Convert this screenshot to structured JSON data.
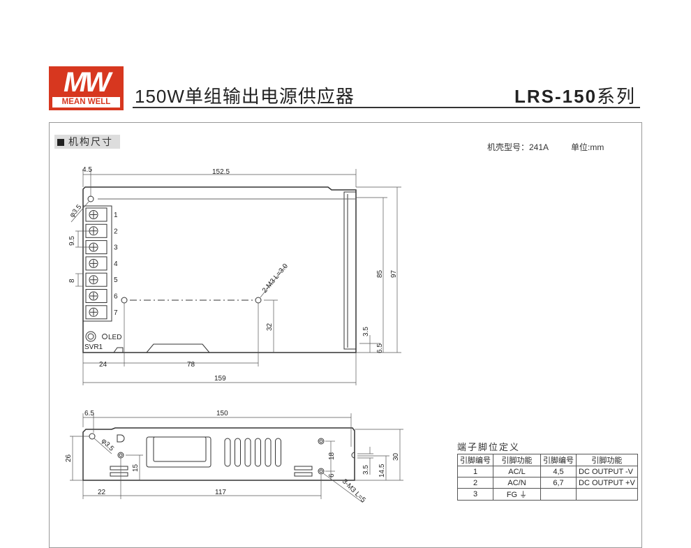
{
  "brand": {
    "logo_mark": "MW",
    "logo_text": "MEAN WELL",
    "color": "#d7371f"
  },
  "header": {
    "title": "150W单组输出电源供应器",
    "series_model": "LRS-150",
    "series_suffix": "系列"
  },
  "section": {
    "label": "机构尺寸"
  },
  "case_info": {
    "case_no": "机壳型号：241A",
    "unit": "单位:mm"
  },
  "top_view": {
    "terminals": [
      "1",
      "2",
      "3",
      "4",
      "5",
      "6",
      "7"
    ],
    "labels": {
      "led": "LED",
      "svr": "SVR1",
      "screw": "2-M3 L=3.0",
      "hole": "φ3.5"
    },
    "dims": {
      "d4_5": "4.5",
      "d152_5": "152.5",
      "d9_5": "9.5",
      "d8": "8",
      "d85": "85",
      "d97": "97",
      "d3_5": "3.5",
      "d6_5": "6.5",
      "d32": "32",
      "d24": "24",
      "d78": "78",
      "d159": "159"
    }
  },
  "side_view": {
    "labels": {
      "hole": "φ3.5",
      "screw": "3-M3 L=5"
    },
    "dims": {
      "d6_5": "6.5",
      "d150": "150",
      "d26": "26",
      "d15": "15",
      "d18": "18",
      "d6": "6",
      "d3_5": "3.5",
      "d14_5": "14.5",
      "d30": "30",
      "d22": "22",
      "d117": "117"
    }
  },
  "pin_table": {
    "title": "端子脚位定义",
    "headers": [
      "引脚编号",
      "引脚功能",
      "引脚编号",
      "引脚功能"
    ],
    "rows": [
      [
        "1",
        "AC/L",
        "4,5",
        "DC OUTPUT -V"
      ],
      [
        "2",
        "AC/N",
        "6,7",
        "DC OUTPUT +V"
      ],
      [
        "3",
        "FG ⏚",
        "",
        ""
      ]
    ]
  }
}
